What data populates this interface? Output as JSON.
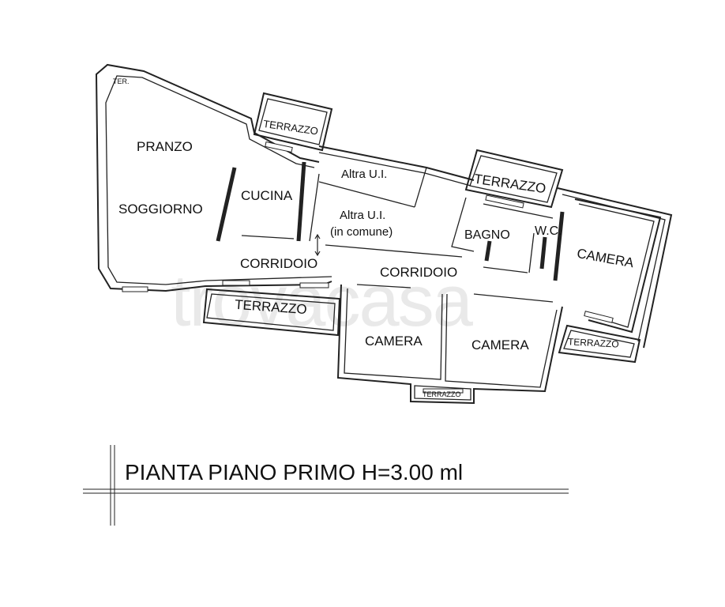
{
  "plan": {
    "rooms": {
      "ter_small": "TER.",
      "terrazzo_top_left": "TERRAZZO",
      "pranzo": "PRANZO",
      "soggiorno": "SOGGIORNO",
      "cucina": "CUCINA",
      "altra_ui": "Altra U.I.",
      "altra_ui_comune_1": "Altra U.I.",
      "altra_ui_comune_2": "(in comune)",
      "terrazzo_top_right": "TERRAZZO",
      "bagno": "BAGNO",
      "wc": "W.C.",
      "camera_right": "CAMERA",
      "corridoio_left": "CORRIDOIO",
      "corridoio_right": "CORRIDOIO",
      "terrazzo_bottom_left": "TERRAZZO",
      "camera_center_left": "CAMERA",
      "camera_center_right": "CAMERA",
      "terrazzo_bottom_right": "TERRAZZO",
      "terrazzo_bottom_small": "TERRAZZO"
    },
    "watermark": "trovacasa",
    "caption": "PIANTA PIANO PRIMO H=3.00 ml"
  }
}
